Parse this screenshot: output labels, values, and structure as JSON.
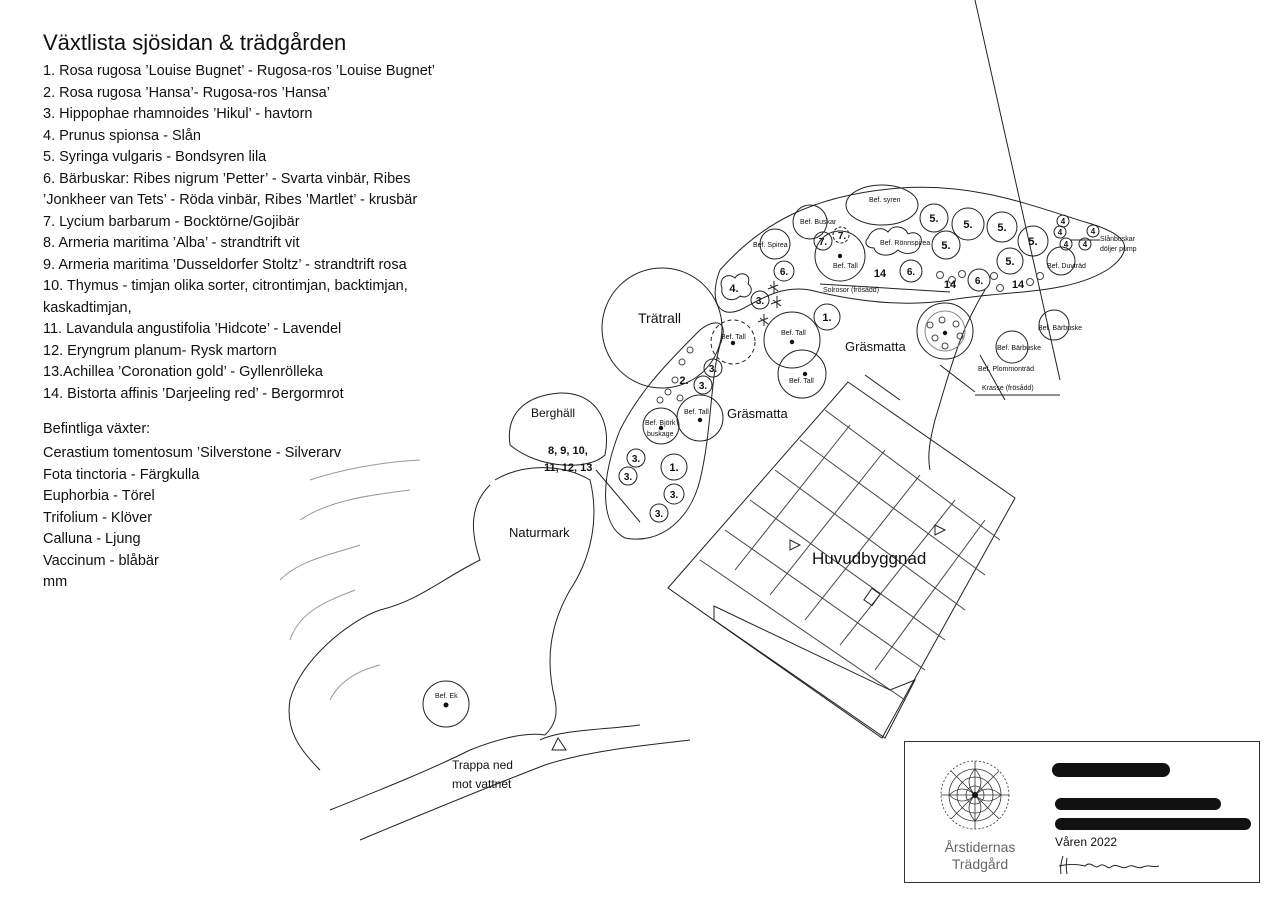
{
  "title": "Växtlista sjösidan & trädgården",
  "plant_list": [
    "1. Rosa rugosa ’Louise Bugnet’ - Rugosa-ros ’Louise Bugnet’",
    "2. Rosa rugosa ’Hansa’- Rugosa-ros ’Hansa’",
    "3. Hippophae rhamnoides ’Hikul’ - havtorn",
    "4. Prunus spionsa - Slån",
    "5. Syringa vulgaris - Bondsyren lila",
    "6. Bärbuskar: Ribes nigrum ’Petter’ - Svarta vinbär, Ribes ’Jonkheer van Tets’ - Röda vinbär, Ribes ’Martlet’ - krusbär",
    "7. Lycium barbarum - Bocktörne/Gojibär",
    "8. Armeria maritima ’Alba’ - strandtrift vit",
    "9. Armeria maritima ’Dusseldorfer Stoltz’ - strandtrift rosa",
    "10. Thymus - timjan olika sorter, citrontimjan, backtimjan, kaskadtimjan,",
    "11. Lavandula angustifolia ’Hidcote’ - Lavendel",
    "12. Eryngrum planum- Rysk martorn",
    "13.Achillea ’Coronation gold’ - Gyllenrölleka",
    "14. Bistorta affinis ’Darjeeling red’ - Bergormrot"
  ],
  "existing_heading": "Befintliga växter:",
  "existing_plants": [
    "Cerastium tomentosum ’Silverstone - Silverarv",
    "Fota tinctoria - Färgkulla",
    "Euphorbia - Törel",
    "Trifolium - Klöver",
    "Calluna - Ljung",
    "Vaccinum - blåbär",
    "mm"
  ],
  "plan_labels": {
    "tratrall": "Trätrall",
    "bergh": "Berghäll",
    "naturmark": "Naturmark",
    "grasmatta1": "Gräsmatta",
    "grasmatta2": "Gräsmatta",
    "huvud": "Huvudbyggnad",
    "trappa1": "Trappa ned",
    "trappa2": "mot vattnet",
    "combo1": "8, 9, 10,",
    "combo2": "11, 12, 13",
    "bef_syren": "Bef. syren",
    "bef_buskar": "Bef. Buskar",
    "bef_ronnspirea": "Bef. Rönnspirea",
    "bef_spirea": "Bef. Spirea",
    "bef_tall": "Bef. Tall",
    "bef_bjork": "Bef. Björk",
    "buskage": "buskage",
    "bef_ek": "Bef. Ek",
    "bef_barbuske": "Bef. Bärbuske",
    "bef_duvtrad": "Bef. Duvträd",
    "bef_plommon": "Bef. Plommonträd",
    "solrosor": "Solrosor (frösådd)",
    "krasse": "Krasse (frösådd)",
    "slanbuskar1": "Slånbuskar",
    "slanbuskar2": "döljer pump"
  },
  "title_block": {
    "brand_line1": "Årstidernas",
    "brand_line2": "Trädgård",
    "season": "Våren 2022"
  }
}
